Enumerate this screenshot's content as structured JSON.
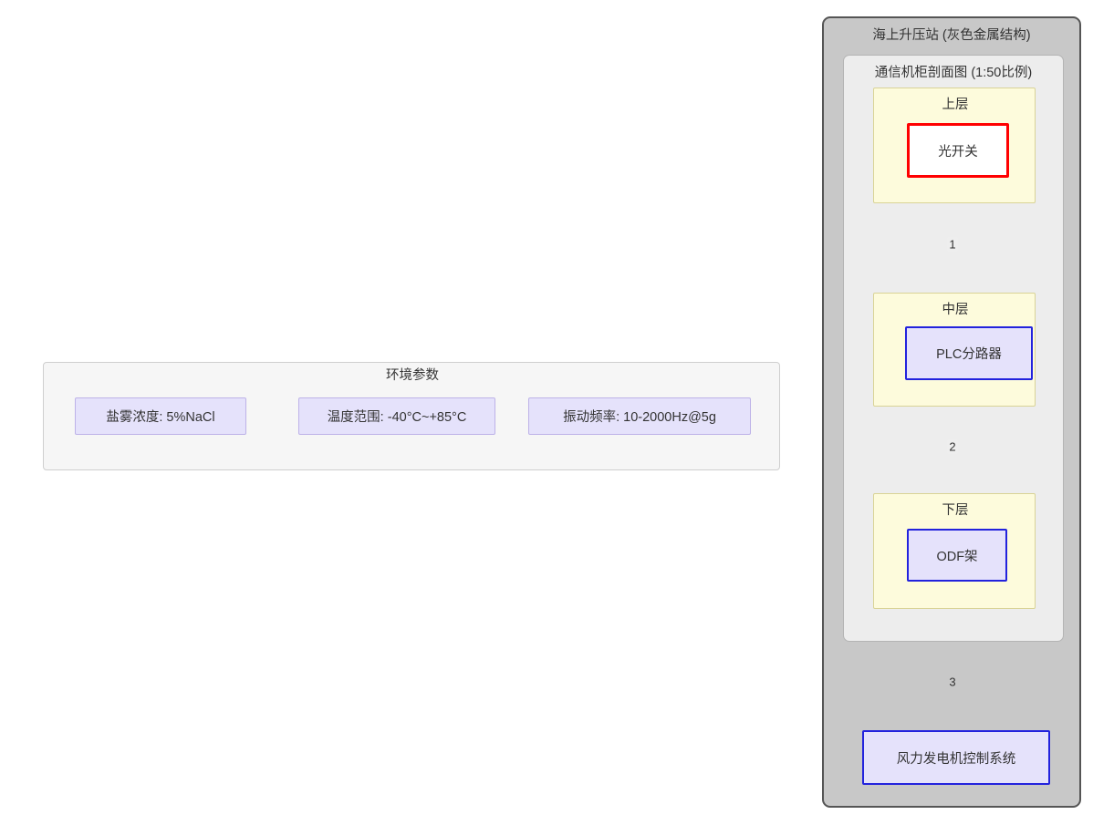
{
  "diagram": {
    "env_panel": {
      "title": "环境参数",
      "boxes": [
        {
          "label": "盐雾浓度: 5%NaCl"
        },
        {
          "label": "温度范围: -40°C~+85°C"
        },
        {
          "label": "振动频率: 10-2000Hz@5g"
        }
      ]
    },
    "platform": {
      "title": "海上升压站 (灰色金属结构)",
      "fill": "#c8c8c8",
      "stroke": "#555555"
    },
    "cabinet": {
      "title": "通信机柜剖面图 (1:50比例)",
      "fill": "#ededed",
      "stroke": "#b4b4b4"
    },
    "layers": [
      {
        "title": "上层",
        "node": {
          "label": "光开关",
          "style": "critical"
        }
      },
      {
        "title": "中层",
        "node": {
          "label": "PLC分路器",
          "style": "standard"
        }
      },
      {
        "title": "下层",
        "node": {
          "label": "ODF架",
          "style": "standard"
        }
      }
    ],
    "final_node": {
      "label": "风力发电机控制系统",
      "style": "standard"
    },
    "edges": [
      {
        "label": "1"
      },
      {
        "label": "2"
      },
      {
        "label": "3"
      }
    ],
    "colors": {
      "critical_border": "#ff0000",
      "standard_border": "#2222dd",
      "standard_fill": "#e5e2fb",
      "layer_fill": "#fdfbdc",
      "layer_border": "#d9d396",
      "env_box_border": "#bdb2e8",
      "edge_stroke": "#666666"
    }
  }
}
